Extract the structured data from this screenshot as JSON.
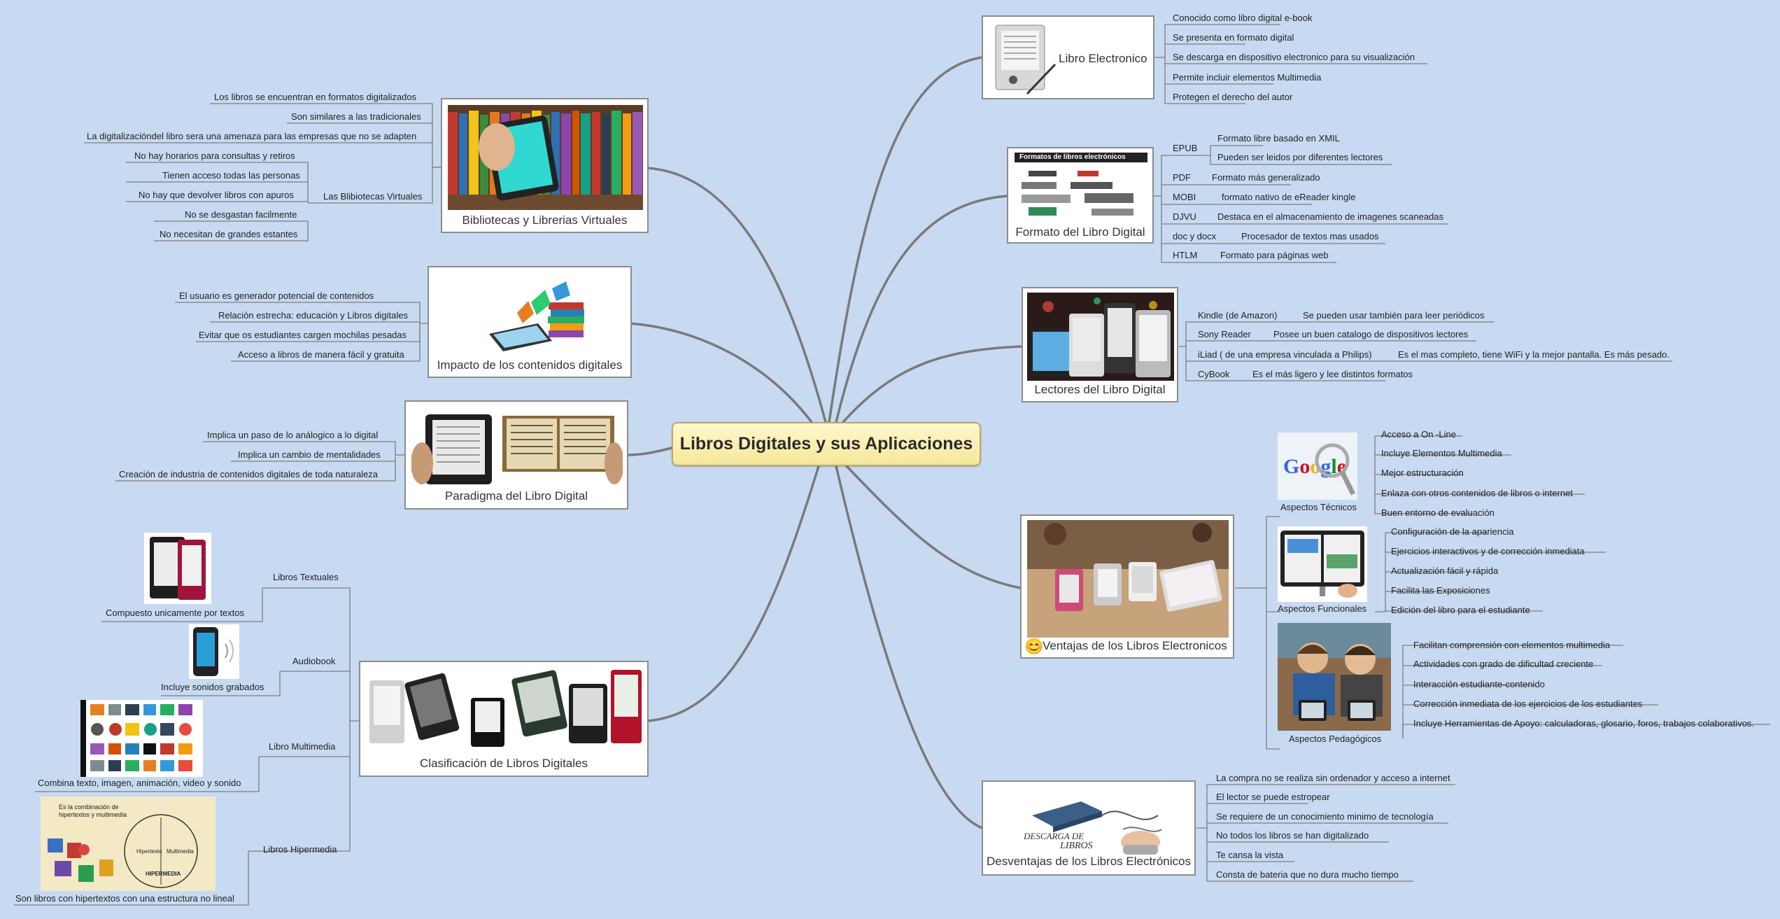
{
  "central": "Libros Digitales y sus Aplicaciones",
  "left": {
    "bibliotecas": {
      "title": "Bibliotecas y Librerias Virtuales",
      "items": [
        "Los libros se encuentran en formatos digitalizados",
        "Son similares a las tradicionales",
        "La digitalizacióndel libro sera una amenaza para las empresas que no se adapten"
      ],
      "group_label": "Las Blibiotecas Virtuales",
      "group_items": [
        "No hay horarios para consultas y retiros",
        "Tienen acceso todas las personas",
        "No hay que devolver libros con apuros",
        "No se desgastan facilmente",
        "No necesitan de grandes estantes"
      ]
    },
    "impacto": {
      "title": "Impacto de los contenidos digitales",
      "items": [
        "El usuario es generador potencial de contenidos",
        "Relación estrecha: educación y Libros digitales",
        "Evitar que os estudiantes cargen mochilas pesadas",
        "Acceso a libros de manera fácil y gratuita"
      ]
    },
    "paradigma": {
      "title": "Paradigma del Libro Digital",
      "items": [
        "Implica un paso de lo análogico a lo digital",
        "Implica un cambio de mentalidades",
        "Creación de industria de contenidos digitales de toda naturaleza"
      ]
    },
    "clasificacion": {
      "title": "Clasificación de Libros Digitales",
      "groups": [
        {
          "label": "Libros Textuales",
          "caption": "Compuesto unicamente por textos"
        },
        {
          "label": "Audiobook",
          "caption": "Incluye sonidos grabados"
        },
        {
          "label": "Libro Multimedia",
          "caption": "Combina texto, imagen, animación, video y sonido"
        },
        {
          "label": "Libros Hipermedia",
          "caption": "Son libros con hipertextos con una estructura no lineal"
        }
      ],
      "hipermedia_img_text": {
        "title": "Es la combinación de hipertextos y multimedia",
        "left": "Hipertexto",
        "right": "Multimedia",
        "bottom": "HIPERMEDIA"
      }
    }
  },
  "right": {
    "electronico": {
      "title": "Libro Electronico",
      "items": [
        "Conocido como libro digital e-book",
        "Se presenta en formato digital",
        "Se descarga en dispositivo electronico para su visualización",
        "Permite incluir elementos Multimedia",
        "Protegen el derecho del autor"
      ]
    },
    "formato": {
      "title": "Formato del Libro Digital",
      "img_title": "Formatos de libros electrónicos",
      "formats": [
        {
          "label": "EPUB",
          "values": [
            "Formato libre basado en XMIL",
            "Pueden ser leidos por diferentes lectores"
          ]
        },
        {
          "label": "PDF",
          "values": [
            "Formato más generalizado"
          ]
        },
        {
          "label": "MOBI",
          "values": [
            "formato nativo de  eReader kingle"
          ]
        },
        {
          "label": "DJVU",
          "values": [
            "Destaca en el almacenamiento de imagenes scaneadas"
          ]
        },
        {
          "label": "doc y docx",
          "values": [
            "Procesador de textos mas usados"
          ]
        },
        {
          "label": "HTLM",
          "values": [
            "Formato para páginas web"
          ]
        }
      ]
    },
    "lectores": {
      "title": "Lectores del Libro Digital",
      "readers": [
        {
          "label": "Kindle (de Amazon)",
          "value": "Se pueden usar también para leer periódicos"
        },
        {
          "label": "Sony Reader",
          "value": "Posee un buen catalogo de dispositivos lectores"
        },
        {
          "label": "iLiad ( de una empresa vinculada  a Philips)",
          "value": "Es el mas completo, tiene WiFi y la mejor pantalla. Es más pesado."
        },
        {
          "label": "CyBook",
          "value": "Es el más ligero y lee distintos formatos"
        }
      ]
    },
    "ventajas": {
      "title": "Ventajas de los Libros Electronicos",
      "emoji": "😊",
      "groups": [
        {
          "label": "Aspectos Técnicos",
          "items": [
            "Acceso a On -Line",
            "Incluye Elementos Multimedia",
            "Mejor estructuración",
            "Enlaza con otros contenidos de libros o internet",
            "Buen entorno de evaluación"
          ]
        },
        {
          "label": "Aspectos Funcionales",
          "items": [
            "Configuración de la apariencia",
            "Ejercicios interactivos y de corrección inmediata",
            "Actualización fácil y rápida",
            "Facilita las Exposiciones",
            "Edición del libro para el estudiante"
          ]
        },
        {
          "label": "Aspectos Pedagógicos",
          "items": [
            "Facilitan comprensión con elementos multimedia",
            "Actividades con grado de dificultad creciente",
            "Interacción estudiante-contenido",
            "Corrección inmediata de los ejercicios de los estudiantes",
            "Incluye Herramientas de Apoyo: calculadoras, glosario, foros, trabajos colaborativos."
          ]
        }
      ]
    },
    "desventajas": {
      "title": "Desventajas de los Libros Electrónicos",
      "img_text": [
        "DESCARGA DE",
        "LIBROS"
      ],
      "items": [
        "La compra no se realiza sin ordenador y acceso a internet",
        "El lector se puede estropear",
        "Se requiere de un conocimiento minimo de tecnología",
        "No todos los libros se han digitalizado",
        "Te cansa la vista",
        "Consta de bateria que no dura mucho tiempo"
      ]
    }
  },
  "colors": {
    "background": "#c7daf2",
    "branch": "#7a7a7a",
    "central_fill": "#fbefb0",
    "node_border": "#8c8c8c"
  }
}
